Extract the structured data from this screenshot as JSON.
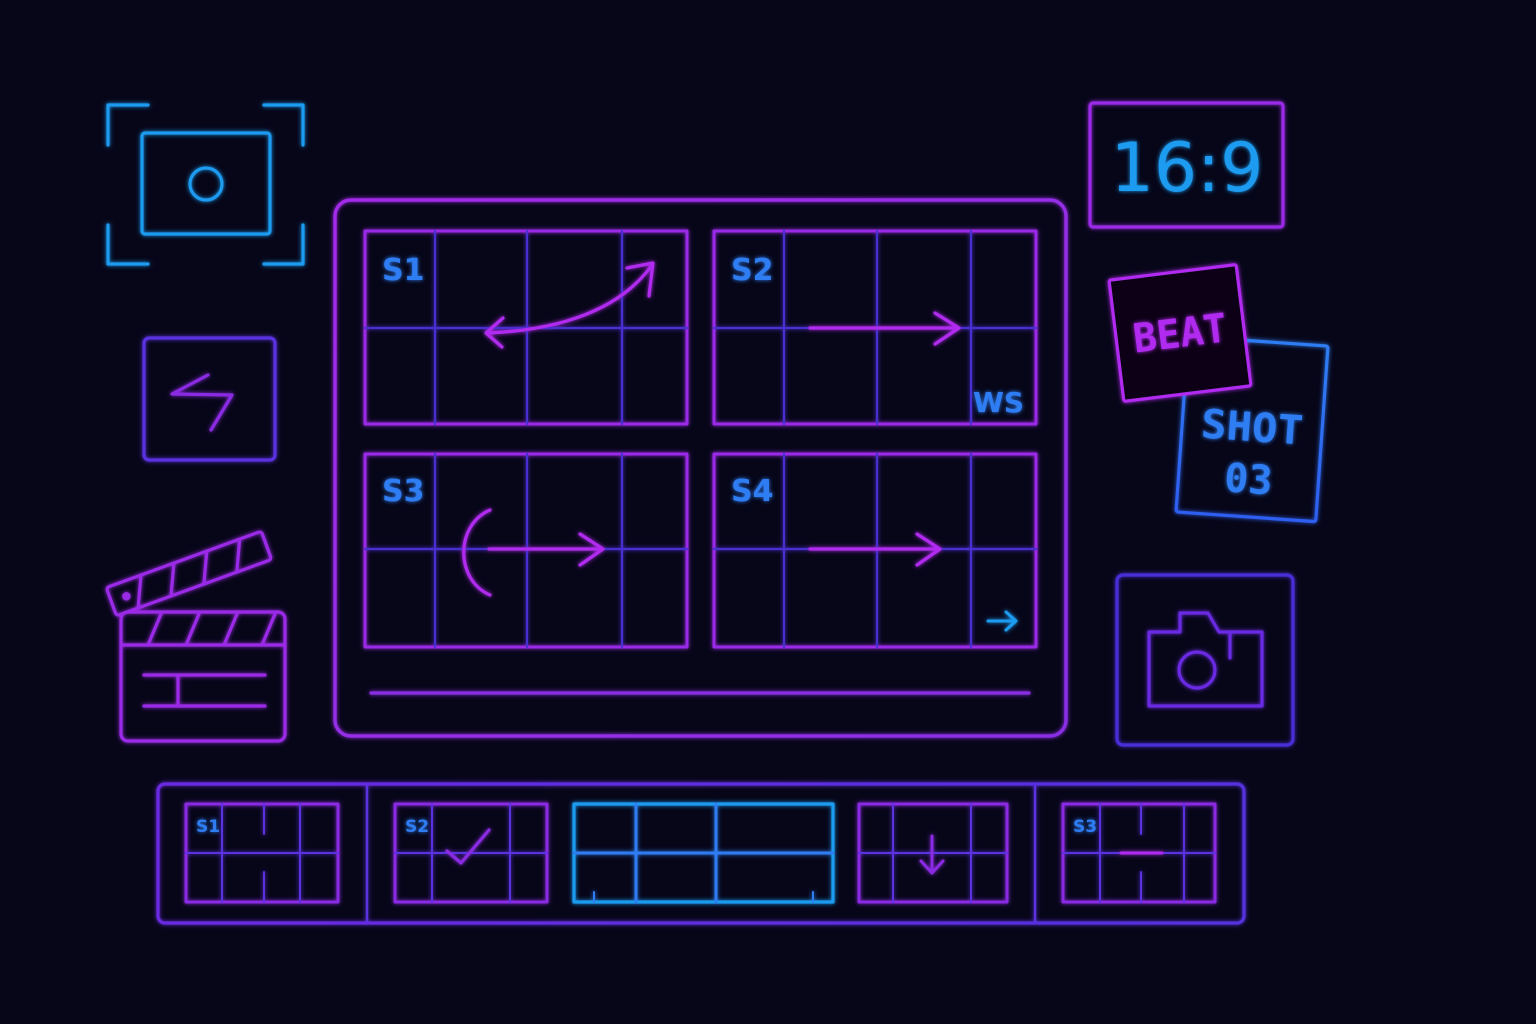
{
  "colors": {
    "background": "#070619",
    "cyan": "#1e9bf0",
    "blue": "#2f6cf5",
    "indigo": "#5a30e0",
    "violet": "#8a2be2",
    "magenta": "#b12cf0"
  },
  "icons": {
    "focus_camera": "camera-focus-icon",
    "transition": "transition-swap-icon",
    "clapperboard": "clapperboard-icon",
    "camera": "camera-icon"
  },
  "aspect_ratio": "16:9",
  "cards": {
    "beat": "BEAT",
    "shot_line1": "SHOT",
    "shot_line2": "03"
  },
  "storyboard": {
    "panels": [
      {
        "label": "S1",
        "tag": "",
        "motion": "curved-double-arrow"
      },
      {
        "label": "S2",
        "tag": "WS",
        "motion": "right-arrow"
      },
      {
        "label": "S3",
        "tag": "",
        "motion": "arc-right-arrow"
      },
      {
        "label": "S4",
        "tag": "",
        "motion": "right-arrow"
      }
    ]
  },
  "timeline": {
    "clips": [
      {
        "label": "S1",
        "mark": ""
      },
      {
        "label": "S2",
        "mark": "check-icon"
      },
      {
        "label": "",
        "mark": "selected"
      },
      {
        "label": "",
        "mark": "down-arrow-icon"
      },
      {
        "label": "S3",
        "mark": "dash"
      }
    ]
  }
}
